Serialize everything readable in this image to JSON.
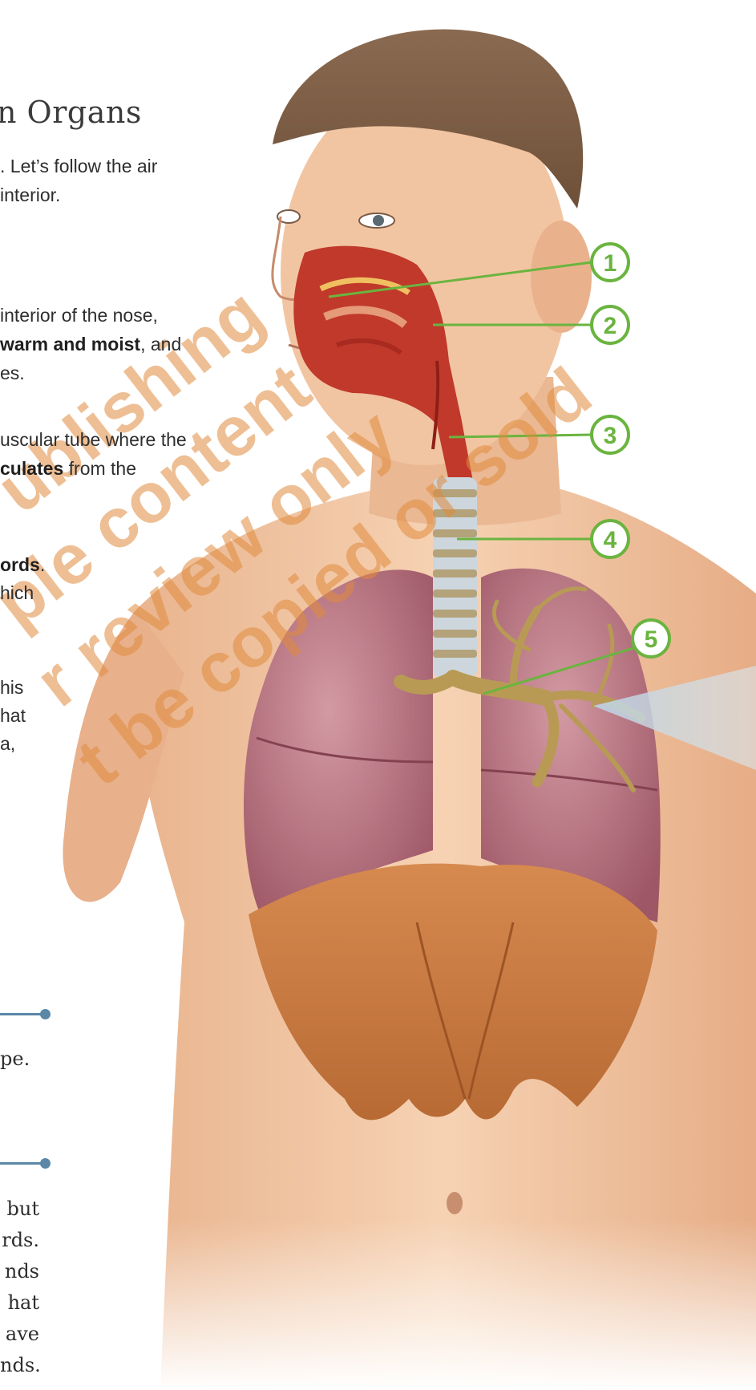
{
  "page": {
    "heading": "n Organs",
    "intro": [
      ". Let’s follow the air",
      "interior."
    ],
    "sections": {
      "nose": {
        "line1": "interior of the nose,",
        "line2_bold": "warm and moist",
        "line2_rest": ", and",
        "line3": "es."
      },
      "pharynx": {
        "line1": "uscular tube where the",
        "line2_bold": "culates",
        "line2_rest": " from the"
      },
      "larynx": {
        "line1_bold": "ords",
        "line1_rest": ".",
        "line2": "hich"
      },
      "trachea": {
        "line1": "his",
        "line2": "hat",
        "line3": "a,"
      }
    },
    "box1": {
      "line1": "pe."
    },
    "box2": {
      "lines": [
        "but",
        "rds.",
        "nds",
        "hat",
        "ave",
        "nds."
      ]
    }
  },
  "callouts": [
    "1",
    "2",
    "3",
    "4",
    "5"
  ],
  "watermark": {
    "lines": [
      "ublishing",
      "ple content",
      "r review only",
      "t be copied or sold"
    ]
  },
  "colors": {
    "callout_green": "#6ab43f",
    "rule_blue": "#5b87a8",
    "skin": "#f1c6a4",
    "lung": "#b9707f",
    "diaphragm": "#c9773f",
    "airway_red": "#c0392b",
    "watermark_orange": "#e08a3c"
  }
}
